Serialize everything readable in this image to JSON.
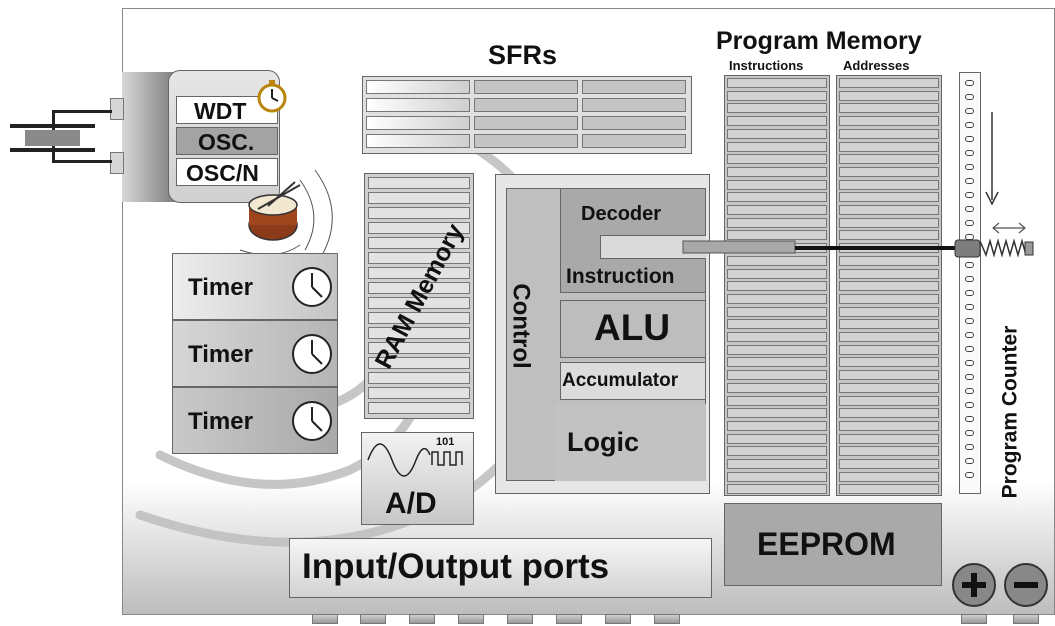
{
  "title": "",
  "sfrs": {
    "label": "SFRs"
  },
  "program_memory": {
    "title": "Program Memory",
    "instructions_label": "Instructions",
    "addresses_label": "Addresses"
  },
  "oscillator_block": {
    "wdt": "WDT",
    "osc": "OSC.",
    "osc_n": "OSC/N"
  },
  "timers": [
    "Timer",
    "Timer",
    "Timer"
  ],
  "ram": {
    "label": "RAM Memory"
  },
  "cpu": {
    "decoder": "Decoder",
    "instruction": "Instruction",
    "control": "Control",
    "alu": "ALU",
    "accumulator": "Accumulator",
    "logic": "Logic"
  },
  "ad_converter": {
    "label": "A/D",
    "bits": "101"
  },
  "io_ports": {
    "label": "Input/Output ports"
  },
  "eeprom": {
    "label": "EEPROM"
  },
  "program_counter": {
    "label": "Program Counter"
  },
  "power": {
    "plus": "+",
    "minus": "−"
  },
  "colors": {
    "block_gray": "#c8c8c8",
    "dark_gray": "#a6a6a6",
    "row_gray": "#d4d4d4",
    "wave_gray": "#bfbfbf"
  },
  "icons": [
    "stopwatch-icon",
    "drum-icon",
    "clock-icon",
    "sine-wave-icon",
    "square-wave-icon",
    "plus-icon",
    "minus-icon",
    "arrow-down-icon",
    "double-arrow-icon"
  ]
}
